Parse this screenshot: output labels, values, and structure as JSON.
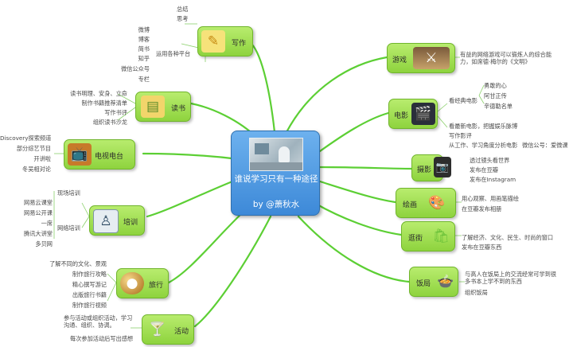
{
  "center": {
    "title": "谁说学习只有一种途径",
    "byline": "by @萧秋水"
  },
  "writing": {
    "label": "写作",
    "items": [
      "总结",
      "思考"
    ],
    "platforms_label": "运用各种平台",
    "platforms": [
      "微博",
      "博客",
      "简书",
      "知乎",
      "微信公众号",
      "专栏"
    ]
  },
  "reading": {
    "label": "读书",
    "items": [
      "读书明理、安身、立命",
      "制作书籍推荐清单",
      "写作书评",
      "组织读书沙龙"
    ]
  },
  "tv": {
    "label": "电视电台",
    "items": [
      "Discovery探索频道",
      "部分综艺节目",
      "开讲啦",
      "冬吴相对论"
    ]
  },
  "training": {
    "label": "培训",
    "offline": "现场培训",
    "online": "网络培训",
    "online_items": [
      "网易云课堂",
      "网易公开课",
      "一席",
      "腾讯大讲堂",
      "多贝网"
    ]
  },
  "travel": {
    "label": "旅行",
    "items": [
      "了解不同的文化、景观",
      "制作旅行攻略",
      "精心撰写游记",
      "出版旅行书籍",
      "制作旅行视频"
    ]
  },
  "activity": {
    "label": "活动",
    "desc": "参与活动或组织活动，学习沟通、组织、协调。",
    "note": "每次参加活动后写出感想"
  },
  "game": {
    "label": "游戏",
    "desc": "有益的网络游戏可以锻炼人的综合能力，如席德·梅尔的《文明》"
  },
  "movie": {
    "label": "电影",
    "classic_label": "看经典电影",
    "classics": [
      "勇敢的心",
      "阿甘正传",
      "辛德勒名单"
    ],
    "new_label": "看最新电影，把握娱乐脉博",
    "review": "写作影评",
    "analysis": "从工作、学习角度分析电影",
    "wechat": "微信公号：爱微课"
  },
  "photo": {
    "label": "摄影",
    "items": [
      "透过镜头看世界",
      "发布在豆瓣",
      "发布在Instagram"
    ]
  },
  "painting": {
    "label": "绘画",
    "items": [
      "用心观察、用画笔描绘",
      "在豆瓣发布相册"
    ]
  },
  "shopping": {
    "label": "逛街",
    "items": [
      "了解经济、文化、民生、时尚的窗口",
      "发布在豆瓣东西"
    ]
  },
  "dinner": {
    "label": "饭局",
    "desc": "与高人在饭局上的交流经常可学到很多书本上学不到的东西",
    "note": "组织饭局"
  },
  "colors": {
    "branch": "#5ccf34",
    "node_top": "#b8ec6e",
    "node_bottom": "#8ed33e",
    "center": "#4a92dc"
  }
}
